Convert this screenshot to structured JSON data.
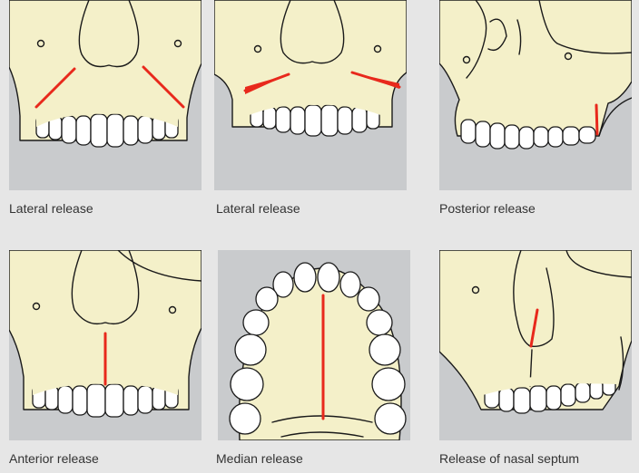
{
  "colors": {
    "background": "#e6e6e6",
    "panel": "#c9cbcd",
    "bone": "#f4f0c9",
    "cut": "#e8291c"
  },
  "panels": [
    {
      "caption": "Lateral release"
    },
    {
      "caption": "Lateral release"
    },
    {
      "caption": "Posterior release"
    },
    {
      "caption": "Anterior release"
    },
    {
      "caption": "Median release"
    },
    {
      "caption": "Release of nasal septum"
    }
  ]
}
